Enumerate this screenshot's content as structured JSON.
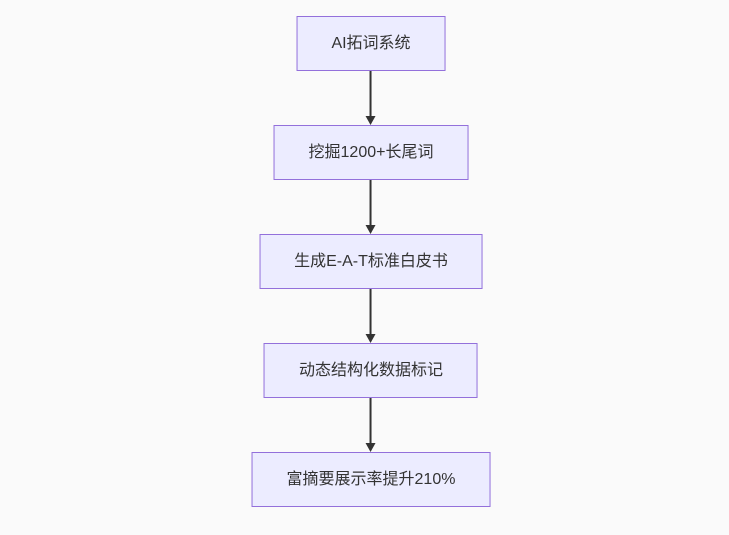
{
  "flowchart": {
    "type": "flowchart",
    "direction": "top-down",
    "nodes": [
      {
        "id": "n1",
        "label": "AI拓词系统"
      },
      {
        "id": "n2",
        "label": "挖掘1200+长尾词"
      },
      {
        "id": "n3",
        "label": "生成E-A-T标准白皮书"
      },
      {
        "id": "n4",
        "label": "动态结构化数据标记"
      },
      {
        "id": "n5",
        "label": "富摘要展示率提升210%"
      }
    ],
    "edges": [
      {
        "from": "n1",
        "to": "n2"
      },
      {
        "from": "n2",
        "to": "n3"
      },
      {
        "from": "n3",
        "to": "n4"
      },
      {
        "from": "n4",
        "to": "n5"
      }
    ]
  },
  "theme": {
    "background": "#fafafa",
    "node_fill": "#ececff",
    "node_border": "#9370db",
    "node_text": "#333333",
    "arrow_color": "#333333"
  }
}
